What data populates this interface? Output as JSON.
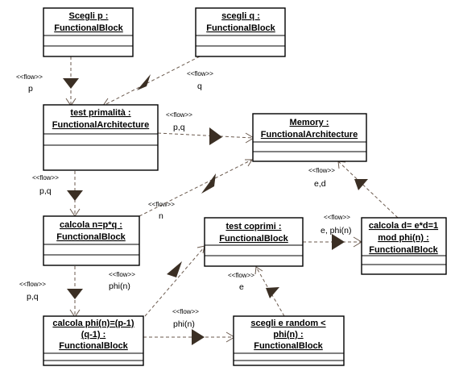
{
  "blocks": {
    "scegli_p": [
      "Scegli p :",
      "FunctionalBlock"
    ],
    "scegli_q": [
      "scegli q :",
      "FunctionalBlock"
    ],
    "test_primalita": [
      "test primalità :",
      "FunctionalArchitecture"
    ],
    "memory": [
      "Memory :",
      "FunctionalArchitecture"
    ],
    "calcola_n": [
      "calcola n=p*q :",
      "FunctionalBlock"
    ],
    "test_coprimi": [
      "test coprimi :",
      "FunctionalBlock"
    ],
    "calcola_d": [
      "calcola d= e*d=1",
      "mod phi(n) :",
      "FunctionalBlock"
    ],
    "calcola_phi": [
      "calcola phi(n)=(p-1)",
      "(q-1) :",
      "FunctionalBlock"
    ],
    "scegli_e": [
      "scegli e random <",
      "phi(n) :",
      "FunctionalBlock"
    ]
  },
  "flows": {
    "stereotype": "<<flow>>",
    "p_to_test": "p",
    "q_to_test": "q",
    "test_to_memory": "p,q",
    "test_to_calcola_n": "p,q",
    "n_to_memory": "n",
    "calcola_n_to_phi": "p,q",
    "phi_to_coprimi": "phi(n)",
    "phi_to_scegli_e": "phi(n)",
    "e_to_coprimi": "e",
    "coprimi_to_d": "e, phi(n)",
    "d_to_memory": "e,d"
  }
}
